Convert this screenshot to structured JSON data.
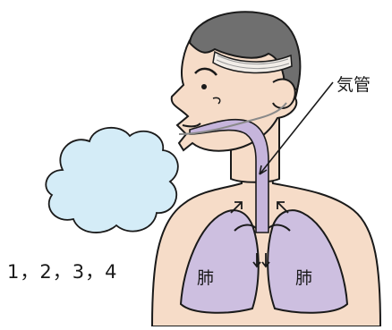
{
  "labels": {
    "trachea": "気管",
    "lung_left": "肺",
    "lung_right": "肺",
    "count": "1，2，3，4"
  },
  "colors": {
    "skin": "#f6dcc8",
    "hair": "#6f6f6f",
    "lung": "#cdbfe0",
    "airway": "#c6b5dc",
    "cloud": "#d4ecf7",
    "outline": "#1a1a1a"
  },
  "icons": {
    "air_flow": "arrow-icon"
  }
}
